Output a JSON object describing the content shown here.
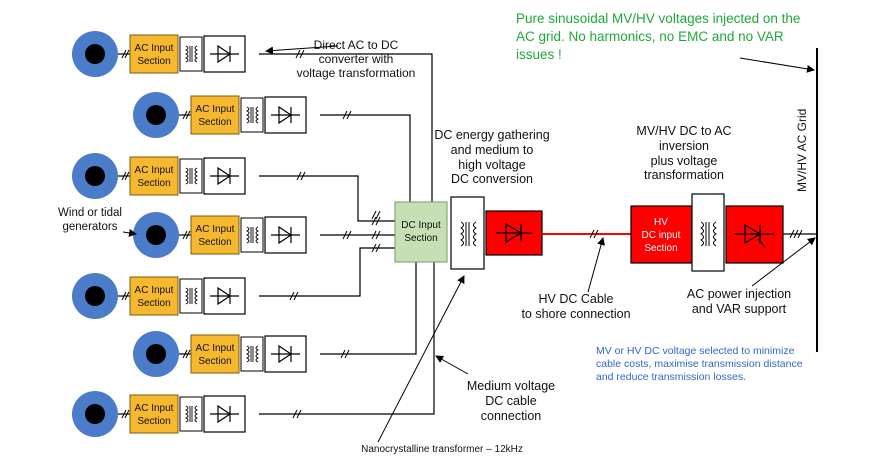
{
  "units": {
    "ac_input_label": "AC Input\nSection"
  },
  "labels": {
    "direct_ac_dc": "Direct AC to DC\nconverter with\nvoltage transformation",
    "wind_tidal": "Wind or tidal\ngenerators",
    "dc_gathering": "DC energy gathering\nand medium to\nhigh voltage\nDC conversion",
    "dc_input_box": "DC Input\nSection",
    "mv_hv_inversion": "MV/HV DC to AC\ninversion\nplus voltage\ntransformation",
    "hv_dc_input_box": "HV\nDC input\nSection",
    "ac_grid": "MV/HV AC Grid",
    "pure_sinusoidal": "Pure sinusoidal MV/HV voltages injected on the AC grid.  No harmonics, no EMC and no VAR issues !",
    "hv_dc_cable": "HV DC Cable\nto shore connection",
    "ac_power_injection": "AC power injection\nand VAR support",
    "mv_hv_note": "MV or HV DC voltage selected to minimize cable costs, maximise transmission distance and reduce transmission losses.",
    "medium_voltage_cable": "Medium voltage\nDC cable\nconnection",
    "nanocrystalline": "Nanocrystalline transformer – 12kHz"
  },
  "colors": {
    "generator_outer": "#4a7cc9",
    "generator_inner": "#000000",
    "ac_input_fill": "#f5b82e",
    "dc_input_fill": "#c6e0b4",
    "rectifier_red": "#ff0000",
    "hv_cable": "#ff0000",
    "green_note": "#1ea83a",
    "blue_note": "#3366cc"
  }
}
